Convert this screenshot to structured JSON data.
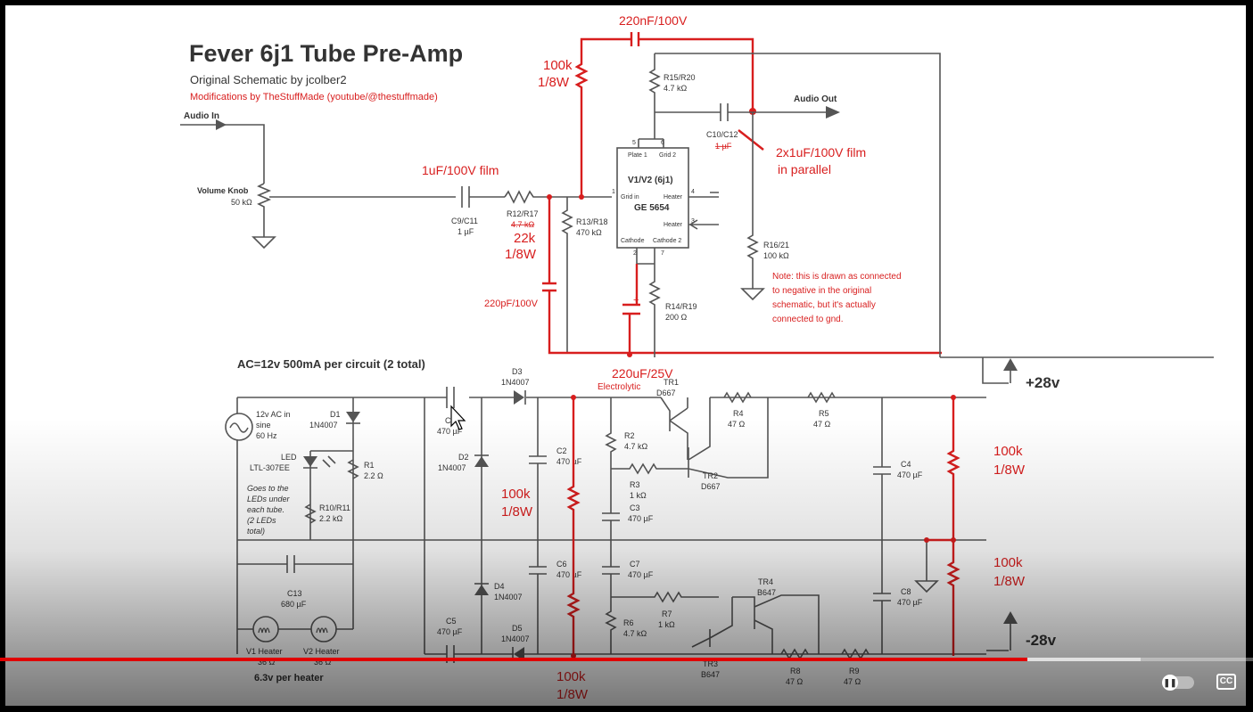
{
  "schematic": {
    "title": "Fever 6j1 Tube Pre-Amp",
    "subtitle": "Original Schematic by jcolber2",
    "mods": "Modifications by TheStuffMade (youtube/@thestuffmade)",
    "audio_in": "Audio In",
    "audio_out": "Audio Out",
    "volume": [
      "Volume Knob",
      "50 kΩ"
    ],
    "c9": [
      "C9/C11",
      "1 µF"
    ],
    "film1": "1uF/100V film",
    "r12": [
      "R12/R17",
      "4.7 kΩ"
    ],
    "r12_mod": [
      "22k",
      "1/8W"
    ],
    "r13": [
      "R13/R18",
      "470 kΩ"
    ],
    "c220p": "220pF/100V",
    "top_cap": "220nF/100V",
    "top_res": [
      "100k",
      "1/8W"
    ],
    "r15": [
      "R15/R20",
      "4.7 kΩ"
    ],
    "c10": [
      "C10/C12",
      "1 µF"
    ],
    "film2": [
      "2x1uF/100V film",
      "in parallel"
    ],
    "tube": {
      "name": "V1/V2 (6j1)",
      "part": "GE 5654",
      "plate": "Plate 1",
      "grid2": "Grid 2",
      "gridin": "Grid in",
      "heater": "Heater",
      "heater2": "Heater",
      "cathode": "Cathode",
      "cathode2": "Cathode 2",
      "pins": [
        "5",
        "6",
        "1",
        "4",
        "3",
        "2",
        "7"
      ]
    },
    "r16": [
      "R16/21",
      "100 kΩ"
    ],
    "note": [
      "Note: this is drawn as connected",
      "to negative in the original",
      "schematic, but it's actually",
      "connected to gnd."
    ],
    "r14": [
      "R14/R19",
      "200 Ω"
    ],
    "elec": [
      "220uF/25V",
      "Electrolytic"
    ],
    "ac_note": "AC=12v 500mA per circuit (2 total)",
    "src": [
      "12v AC in",
      "sine",
      "60 Hz"
    ],
    "d1": [
      "D1",
      "1N4007"
    ],
    "led": [
      "LED",
      "LTL-307EE"
    ],
    "r1": [
      "R1",
      "2.2 Ω"
    ],
    "led_note": [
      "Goes to the",
      "LEDs under",
      "each tube.",
      "(2 LEDs",
      "total)"
    ],
    "r10": [
      "R10/R11",
      "2.2 kΩ"
    ],
    "c13": [
      "C13",
      "680 µF"
    ],
    "heaters": [
      "V1 Heater",
      "V2 Heater",
      "36 Ω",
      "36 Ω"
    ],
    "heater_note": "6.3v per heater",
    "c1": [
      "C1",
      "470 µF"
    ],
    "d2": [
      "D2",
      "1N4007"
    ],
    "d3": [
      "D3",
      "1N4007"
    ],
    "d4": [
      "D4",
      "1N4007"
    ],
    "c5": [
      "C5",
      "470 µF"
    ],
    "d5": [
      "D5",
      "1N4007"
    ],
    "c2": [
      "C2",
      "470 µF"
    ],
    "c6": [
      "C6",
      "470 µF"
    ],
    "r100k": [
      "100k",
      "1/8W"
    ],
    "r2": [
      "R2",
      "4.7 kΩ"
    ],
    "r3": [
      "R3",
      "1 kΩ"
    ],
    "c3": [
      "C3",
      "470 µF"
    ],
    "c7": [
      "C7",
      "470 µF"
    ],
    "r6": [
      "R6",
      "4.7 kΩ"
    ],
    "r7": [
      "R7",
      "1 kΩ"
    ],
    "tr1": [
      "TR1",
      "D667"
    ],
    "tr2": [
      "TR2",
      "D667"
    ],
    "tr3": [
      "TR3",
      "B647"
    ],
    "tr4": [
      "TR4",
      "B647"
    ],
    "r4": [
      "R4",
      "47 Ω"
    ],
    "r5": [
      "R5",
      "47 Ω"
    ],
    "r8": [
      "R8",
      "47 Ω"
    ],
    "r9": [
      "R9",
      "47 Ω"
    ],
    "c4": [
      "C4",
      "470 µF"
    ],
    "c8": [
      "C8",
      "470 µF"
    ],
    "plus28": "+28v",
    "minus28": "-28v"
  },
  "player": {
    "progress": 0.82,
    "buffered": 0.91,
    "autoplay_icon": "pause-icon",
    "cc_label": "CC"
  },
  "colors": {
    "accent": "#d81e1e",
    "progress": "#e00000"
  }
}
